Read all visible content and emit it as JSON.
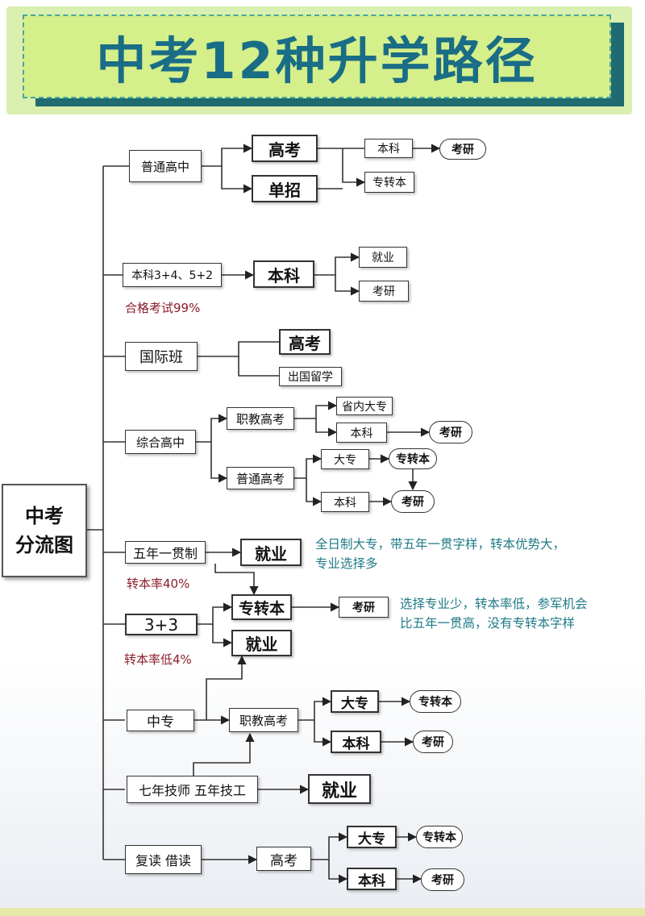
{
  "title": "中考12种升学路径",
  "root": {
    "line1": "中考",
    "line2": "分流图"
  },
  "branches": {
    "putong": {
      "label": "普通高中",
      "gaokao": "高考",
      "danzhao": "单招",
      "benke": "本科",
      "zhuanben": "专转本",
      "kaoyan": "考研"
    },
    "benke34": {
      "label": "本科3+4、5+2",
      "benke": "本科",
      "jiuye": "就业",
      "kaoyan": "考研",
      "note": "合格考试99%"
    },
    "guoji": {
      "label": "国际班",
      "gaokao": "高考",
      "chuguo": "出国留学"
    },
    "zonghe": {
      "label": "综合高中",
      "zhijiao": "职教高考",
      "shengnei": "省内大专",
      "benke1": "本科",
      "kaoyan1": "考研",
      "putonggk": "普通高考",
      "dazhuan": "大专",
      "zhuanben": "专转本",
      "benke2": "本科",
      "kaoyan2": "考研"
    },
    "wunian": {
      "label": "五年一贯制",
      "jiuye": "就业",
      "note": "转本率40%",
      "desc1": "全日制大专，带五年一贯字样，转本优势大，",
      "desc2": "专业选择多"
    },
    "sanjia": {
      "label": "3+3",
      "zhuanben": "专转本",
      "kaoyan": "考研",
      "jiuye": "就业",
      "note": "转本率低4%",
      "desc1": "选择专业少，转本率低，参军机会",
      "desc2": "比五年一贯高，没有专转本字样"
    },
    "zhongzhuan": {
      "label": "中专",
      "zhijiao": "职教高考",
      "dazhuan": "大专",
      "zhuanben": "专转本",
      "benke": "本科",
      "kaoyan": "考研"
    },
    "jishi": {
      "label": "七年技师 五年技工",
      "jiuye": "就业"
    },
    "fudu": {
      "label": "复读 借读",
      "gaokao": "高考",
      "dazhuan": "大专",
      "zhuanben": "专转本",
      "benke": "本科",
      "kaoyan": "考研"
    }
  }
}
